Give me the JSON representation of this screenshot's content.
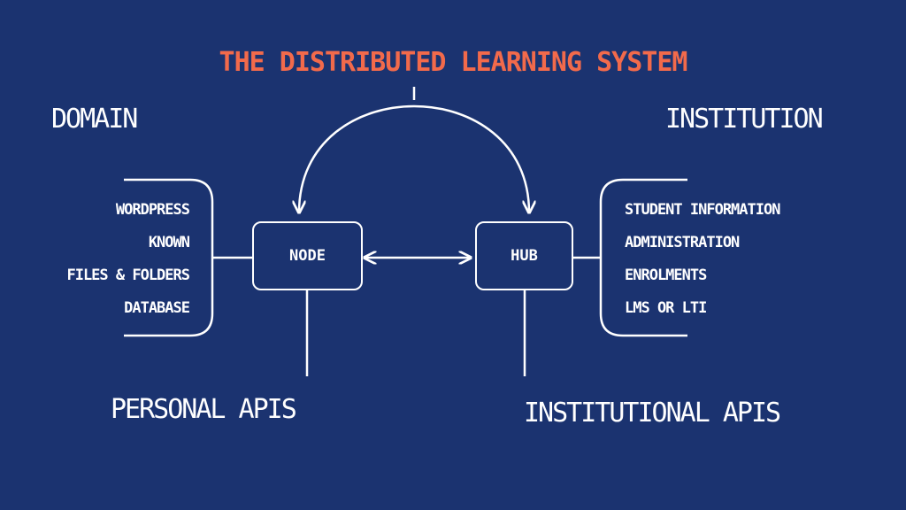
{
  "title": "The Distributed Learning System",
  "left_section": {
    "heading": "Domain",
    "items": [
      "WordPress",
      "Known",
      "Files & Folders",
      "Database"
    ]
  },
  "right_section": {
    "heading": "Institution",
    "items": [
      "Student Information",
      "Administration",
      "Enrolments",
      "LMS or LTI"
    ]
  },
  "nodes": {
    "node": "Node",
    "hub": "Hub"
  },
  "bottom_labels": {
    "left": "Personal APIs",
    "right": "Institutional APIs"
  },
  "colors": {
    "background": "#1b3370",
    "title": "#f26a4b",
    "lines": "#ffffff"
  }
}
